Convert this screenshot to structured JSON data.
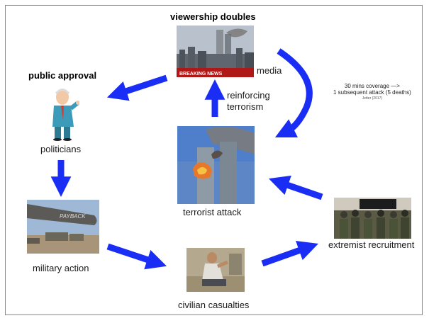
{
  "labels": {
    "viewership": "viewership doubles",
    "media": "media",
    "public_approval": "public approval",
    "politicians": "politicians",
    "reinforcing_line1": "reinforcing",
    "reinforcing_line2": "terrorism",
    "terrorist_attack": "terrorist attack",
    "military_action": "military action",
    "civilian_casualties": "civilian casualties",
    "extremist_recruitment": "extremist recruitment"
  },
  "note": {
    "line1": "30 mins coverage —>",
    "line2": "1 subsequent attack (5 deaths)",
    "citation": "Jetter (2017)"
  },
  "media_banner": "BREAKING NEWS",
  "tank_text": "PAYBACK",
  "colors": {
    "arrow": "#1a2df5"
  }
}
